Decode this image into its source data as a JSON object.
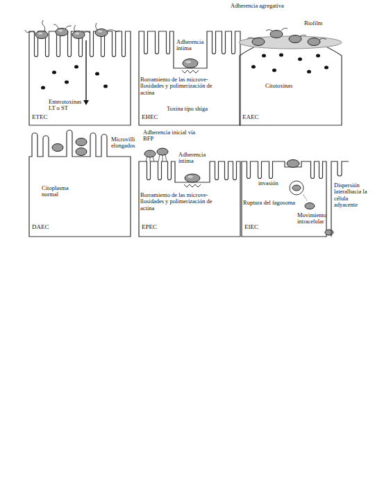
{
  "diagram": {
    "nodes": [
      {
        "text": [
          "Enterotoxinas LT o ST",
          "ETEC"
        ]
      },
      {
        "text": [
          "Adherencia íntima",
          "Borramiento de las microve- llosidades y polimerización de actina",
          "Toxina tipo shiga",
          "EHEC"
        ]
      },
      {
        "text": [
          "Adherencia agregativa",
          "Biofilm",
          "Citotoxinas",
          "EAEC"
        ]
      },
      {
        "text": [
          "Microvilli elongados",
          "Citoplasma normal",
          "DAEC"
        ]
      },
      {
        "text": [
          "Adherencia inicial vía BFP",
          "Adherencia íntima",
          "Borramiento de las microve- llosidades y polimerización de actina",
          "EPEC"
        ]
      },
      {
        "text": [
          "invasión",
          "Ruptura del fagosoma",
          "Movimiento intracelular",
          "Dispersión lateralhacia la célula adyacente",
          "EIEC"
        ]
      }
    ]
  }
}
